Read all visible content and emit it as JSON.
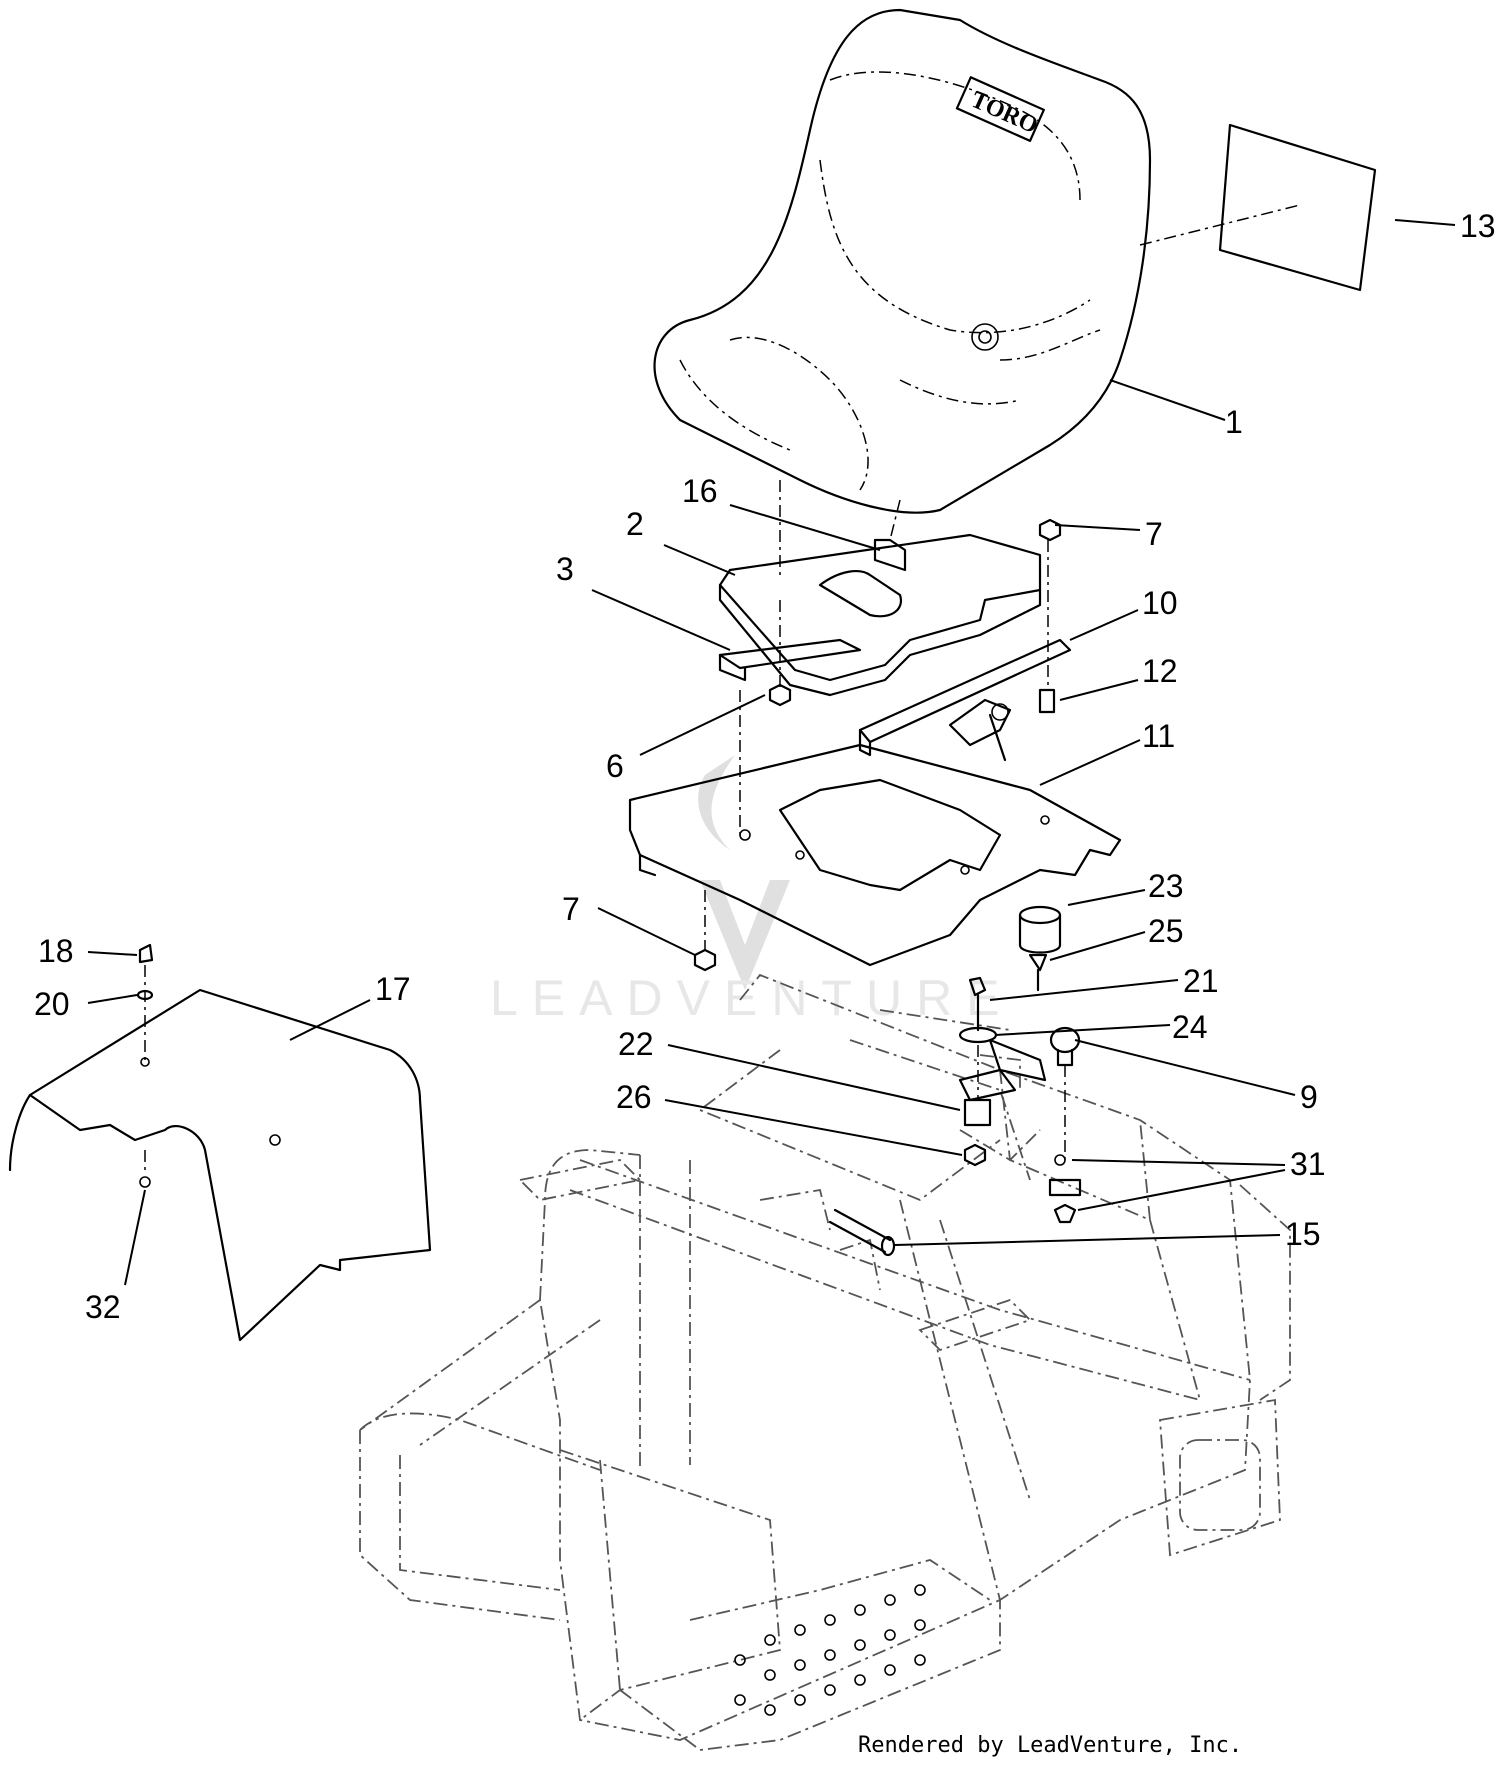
{
  "brand": {
    "seat_logo": "TORO",
    "watermark": "LEADVENTURE"
  },
  "footer": {
    "credit": "Rendered by LeadVenture, Inc."
  },
  "callouts": [
    {
      "id": "c1",
      "label": "1"
    },
    {
      "id": "c2",
      "label": "2"
    },
    {
      "id": "c3",
      "label": "3"
    },
    {
      "id": "c6",
      "label": "6"
    },
    {
      "id": "c7a",
      "label": "7"
    },
    {
      "id": "c7b",
      "label": "7"
    },
    {
      "id": "c9",
      "label": "9"
    },
    {
      "id": "c10",
      "label": "10"
    },
    {
      "id": "c11",
      "label": "11"
    },
    {
      "id": "c12",
      "label": "12"
    },
    {
      "id": "c13",
      "label": "13"
    },
    {
      "id": "c15",
      "label": "15"
    },
    {
      "id": "c16",
      "label": "16"
    },
    {
      "id": "c17",
      "label": "17"
    },
    {
      "id": "c18",
      "label": "18"
    },
    {
      "id": "c20",
      "label": "20"
    },
    {
      "id": "c21",
      "label": "21"
    },
    {
      "id": "c22",
      "label": "22"
    },
    {
      "id": "c23",
      "label": "23"
    },
    {
      "id": "c24",
      "label": "24"
    },
    {
      "id": "c25",
      "label": "25"
    },
    {
      "id": "c26",
      "label": "26"
    },
    {
      "id": "c31",
      "label": "31"
    },
    {
      "id": "c32",
      "label": "32"
    }
  ]
}
